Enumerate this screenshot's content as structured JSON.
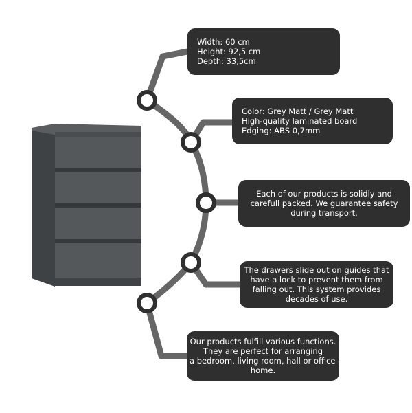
{
  "callouts": [
    {
      "lines": [
        "Width: 60 cm",
        "Height: 92,5 cm",
        "Depth: 33,5cm"
      ]
    },
    {
      "lines": [
        "Color: Grey Matt / Grey Matt",
        "High-quality laminated board",
        "Edging: ABS 0,7mm"
      ]
    },
    {
      "lines": [
        "Each of our products is solidly and",
        "carefull packed. We guarantee safety",
        "during transport."
      ]
    },
    {
      "lines": [
        "The drawers slide out on guides that",
        "have a lock to prevent them from",
        "falling out. This system provides",
        "decades of use."
      ]
    },
    {
      "lines": [
        "Our products fulfill various functions.",
        "They are perfect for arranging",
        "a bedroom, living room, hall or office at",
        "home."
      ]
    }
  ],
  "colors": {
    "callout_bg": "#2f2f2f",
    "connector": "#666666",
    "node_ring": "#2f2f2f",
    "dresser": "#4a4d50"
  }
}
